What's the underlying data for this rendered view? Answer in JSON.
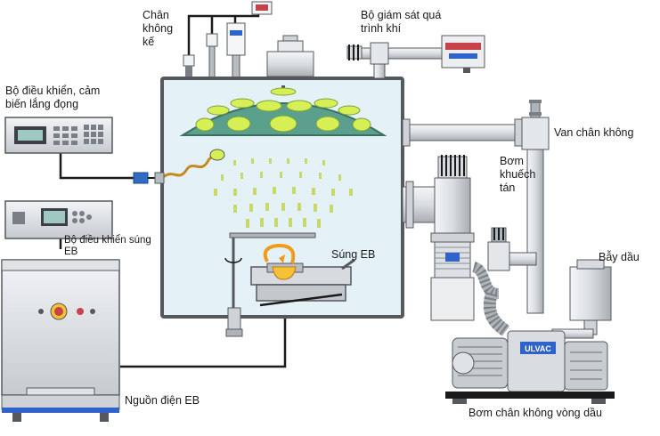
{
  "labels": {
    "gauge": [
      "Chân",
      "không",
      "kế"
    ],
    "process_monitor": [
      "Bộ giám sát quá",
      "trình khí"
    ],
    "deposition_controller": [
      "Bộ điều khiển, cảm",
      "biến lắng đọng"
    ],
    "vacuum_valve": "Van chân không",
    "diffusion_pump": [
      "Bơm",
      "khuếch",
      "tán"
    ],
    "eb_gun": "Súng EB",
    "eb_gun_controller": [
      "Bộ điều khiển súng",
      "EB"
    ],
    "oil_trap": "Bẫy dầu",
    "eb_power_supply": "Nguồn điện EB",
    "rotary_pump": "Bơm chân không vòng dầu"
  },
  "brand": {
    "pump_logo": "ULVAC"
  },
  "colors": {
    "chamber_fill": "#e4f2f8",
    "chamber_stroke": "#55595d",
    "dome_fill": "#5aa08c",
    "dome_hole": "#d6ef55",
    "vapor": "#c9d86a",
    "flame": "#f29a1c",
    "device_gray": "#cfd3d7",
    "accent_blue": "#2f63c9",
    "cable": "#1a1a1a"
  }
}
